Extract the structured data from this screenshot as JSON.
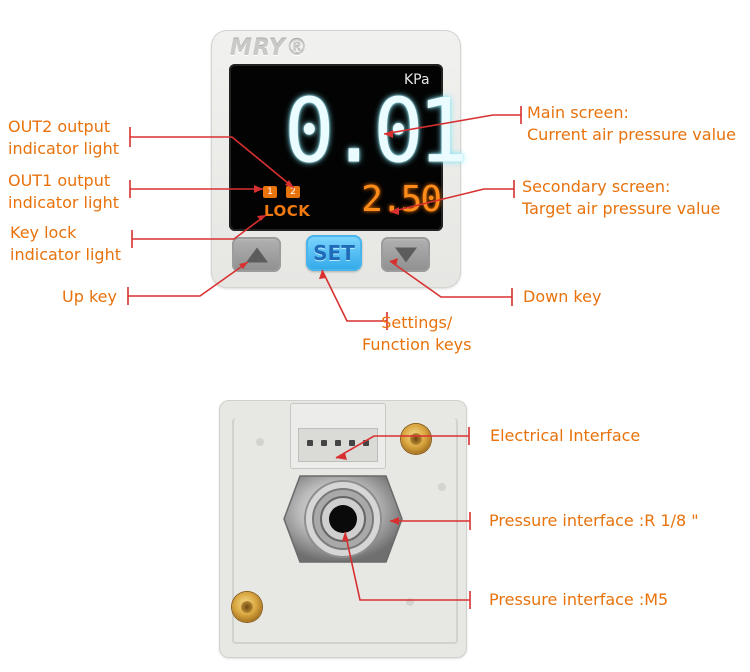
{
  "device": {
    "brand": "MRY®",
    "unit": "KPa",
    "main_value": "0.01",
    "secondary_value": "2.50",
    "led_out1": "1",
    "led_out2": "2",
    "lock_text": "LOCK",
    "set_key_label": "SET",
    "up_key_icon": "triangle-up-icon",
    "down_key_icon": "triangle-down-icon"
  },
  "front_callouts": {
    "out2": "OUT2 output\nindicator light",
    "out1": "OUT1 output\nindicator light",
    "key_lock": "Key lock\nindicator light",
    "up_key": "Up key",
    "settings": "Settings/\nFunction keys",
    "main_screen": "Main screen:\nCurrent air pressure value",
    "secondary_screen": "Secondary screen:\nTarget air pressure value",
    "down_key": "Down key"
  },
  "rear_callouts": {
    "electrical": "Electrical Interface",
    "pressure_r18": "Pressure interface :R 1/8 \"",
    "pressure_m5": "Pressure interface :M5"
  },
  "colors": {
    "label": "#e8720c",
    "leader_line": "#d83030",
    "main_digits": "#eafcff",
    "secondary_digits": "#ff8c1a",
    "set_key": "#2fa8e8"
  }
}
